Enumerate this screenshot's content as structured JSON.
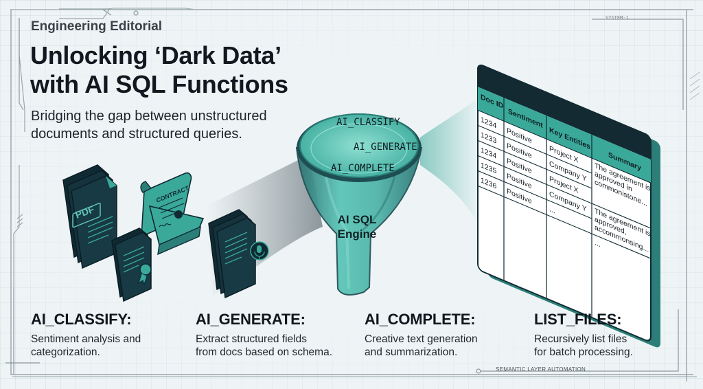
{
  "header": {
    "kicker": "Engineering Editorial",
    "title_line1": "Unlocking ‘Dark Data’",
    "title_line2": "with AI SQL Functions",
    "subtitle_line1": "Bridging the gap between unstructured",
    "subtitle_line2": "documents and structured queries."
  },
  "corner_tag": "SYSTEM-1",
  "documents": {
    "items": [
      {
        "icon": "pdf-stack-icon",
        "label": "PDF"
      },
      {
        "icon": "contract-scroll-icon",
        "label": "CONTRACT"
      },
      {
        "icon": "certificate-document-icon",
        "label": ""
      },
      {
        "icon": "audio-document-stack-icon",
        "label": ""
      }
    ]
  },
  "funnel": {
    "functions": [
      "AI_CLASSIFY",
      "AI_GENERATE",
      "AI_COMPLETE"
    ],
    "engine_line1": "AI SQL",
    "engine_line2": "Engine"
  },
  "result_table": {
    "headers": [
      "Doc ID",
      "Sentiment",
      "Key Entities",
      "Summary"
    ],
    "doc_ids": [
      "1234",
      "1233",
      "1234",
      "1235",
      "1236"
    ],
    "sentiments": [
      "Positive",
      "Positive",
      "Positive",
      "Positive",
      "Positive"
    ],
    "entities": [
      "Project X",
      "Company Y",
      "Project X",
      "Company Y",
      "..."
    ],
    "summaries": [
      [
        "The agreement is",
        "approved in",
        "commonistone..."
      ],
      [
        "The agreement is",
        "approved,",
        "accommonsing..."
      ],
      [
        "..."
      ]
    ]
  },
  "cards": [
    {
      "title": "AI_CLASSIFY:",
      "desc_line1": "Sentiment analysis and",
      "desc_line2": "categorization."
    },
    {
      "title": "AI_GENERATE:",
      "desc_line1": "Extract structured fields",
      "desc_line2": "from docs based on schema."
    },
    {
      "title": "AI_COMPLETE:",
      "desc_line1": "Creative text generation",
      "desc_line2": "and summarization."
    },
    {
      "title": "LIST_FILES:",
      "desc_line1": "Recursively list files",
      "desc_line2": "for batch processing."
    }
  ],
  "footer_tag": "SEMANTIC LAYER AUTOMATION",
  "colors": {
    "teal": "#3aa99a",
    "teal_dark": "#2b7f78",
    "navy": "#132a33",
    "background": "#eef4f6",
    "text": "#11181f"
  }
}
